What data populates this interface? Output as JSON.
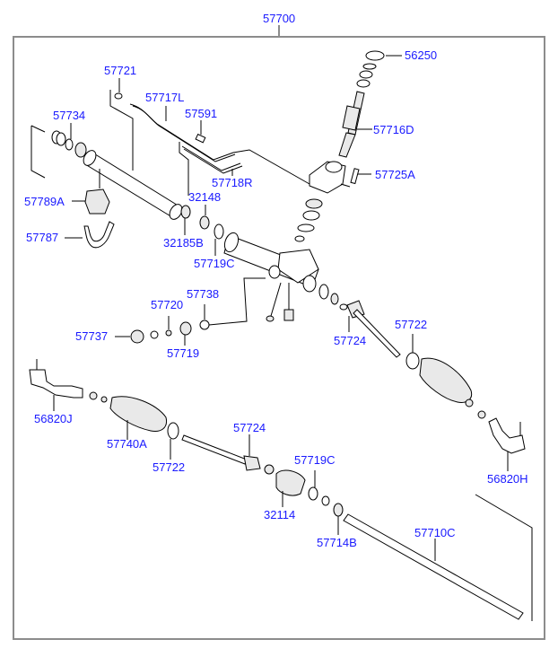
{
  "diagram": {
    "title_part": "57700",
    "label_color": "#1a1aff",
    "frame_color": "#8c8c8c",
    "labels": [
      {
        "id": "p57700",
        "text": "57700"
      },
      {
        "id": "p57721",
        "text": "57721"
      },
      {
        "id": "p57717L",
        "text": "57717L"
      },
      {
        "id": "p57591",
        "text": "57591"
      },
      {
        "id": "p56250",
        "text": "56250"
      },
      {
        "id": "p57734",
        "text": "57734"
      },
      {
        "id": "p57716D",
        "text": "57716D"
      },
      {
        "id": "p57725A",
        "text": "57725A"
      },
      {
        "id": "p57718R",
        "text": "57718R"
      },
      {
        "id": "p57789A",
        "text": "57789A"
      },
      {
        "id": "p32148",
        "text": "32148"
      },
      {
        "id": "p32185B",
        "text": "32185B"
      },
      {
        "id": "p57787",
        "text": "57787"
      },
      {
        "id": "p57719C_a",
        "text": "57719C"
      },
      {
        "id": "p57738",
        "text": "57738"
      },
      {
        "id": "p57720",
        "text": "57720"
      },
      {
        "id": "p57737",
        "text": "57737"
      },
      {
        "id": "p57719",
        "text": "57719"
      },
      {
        "id": "p57724_a",
        "text": "57724"
      },
      {
        "id": "p57722_a",
        "text": "57722"
      },
      {
        "id": "p56820J",
        "text": "56820J"
      },
      {
        "id": "p57740A",
        "text": "57740A"
      },
      {
        "id": "p57722_b",
        "text": "57722"
      },
      {
        "id": "p57724_b",
        "text": "57724"
      },
      {
        "id": "p57719C_b",
        "text": "57719C"
      },
      {
        "id": "p32114",
        "text": "32114"
      },
      {
        "id": "p57714B",
        "text": "57714B"
      },
      {
        "id": "p57710C",
        "text": "57710C"
      },
      {
        "id": "p56820H",
        "text": "56820H"
      }
    ]
  }
}
